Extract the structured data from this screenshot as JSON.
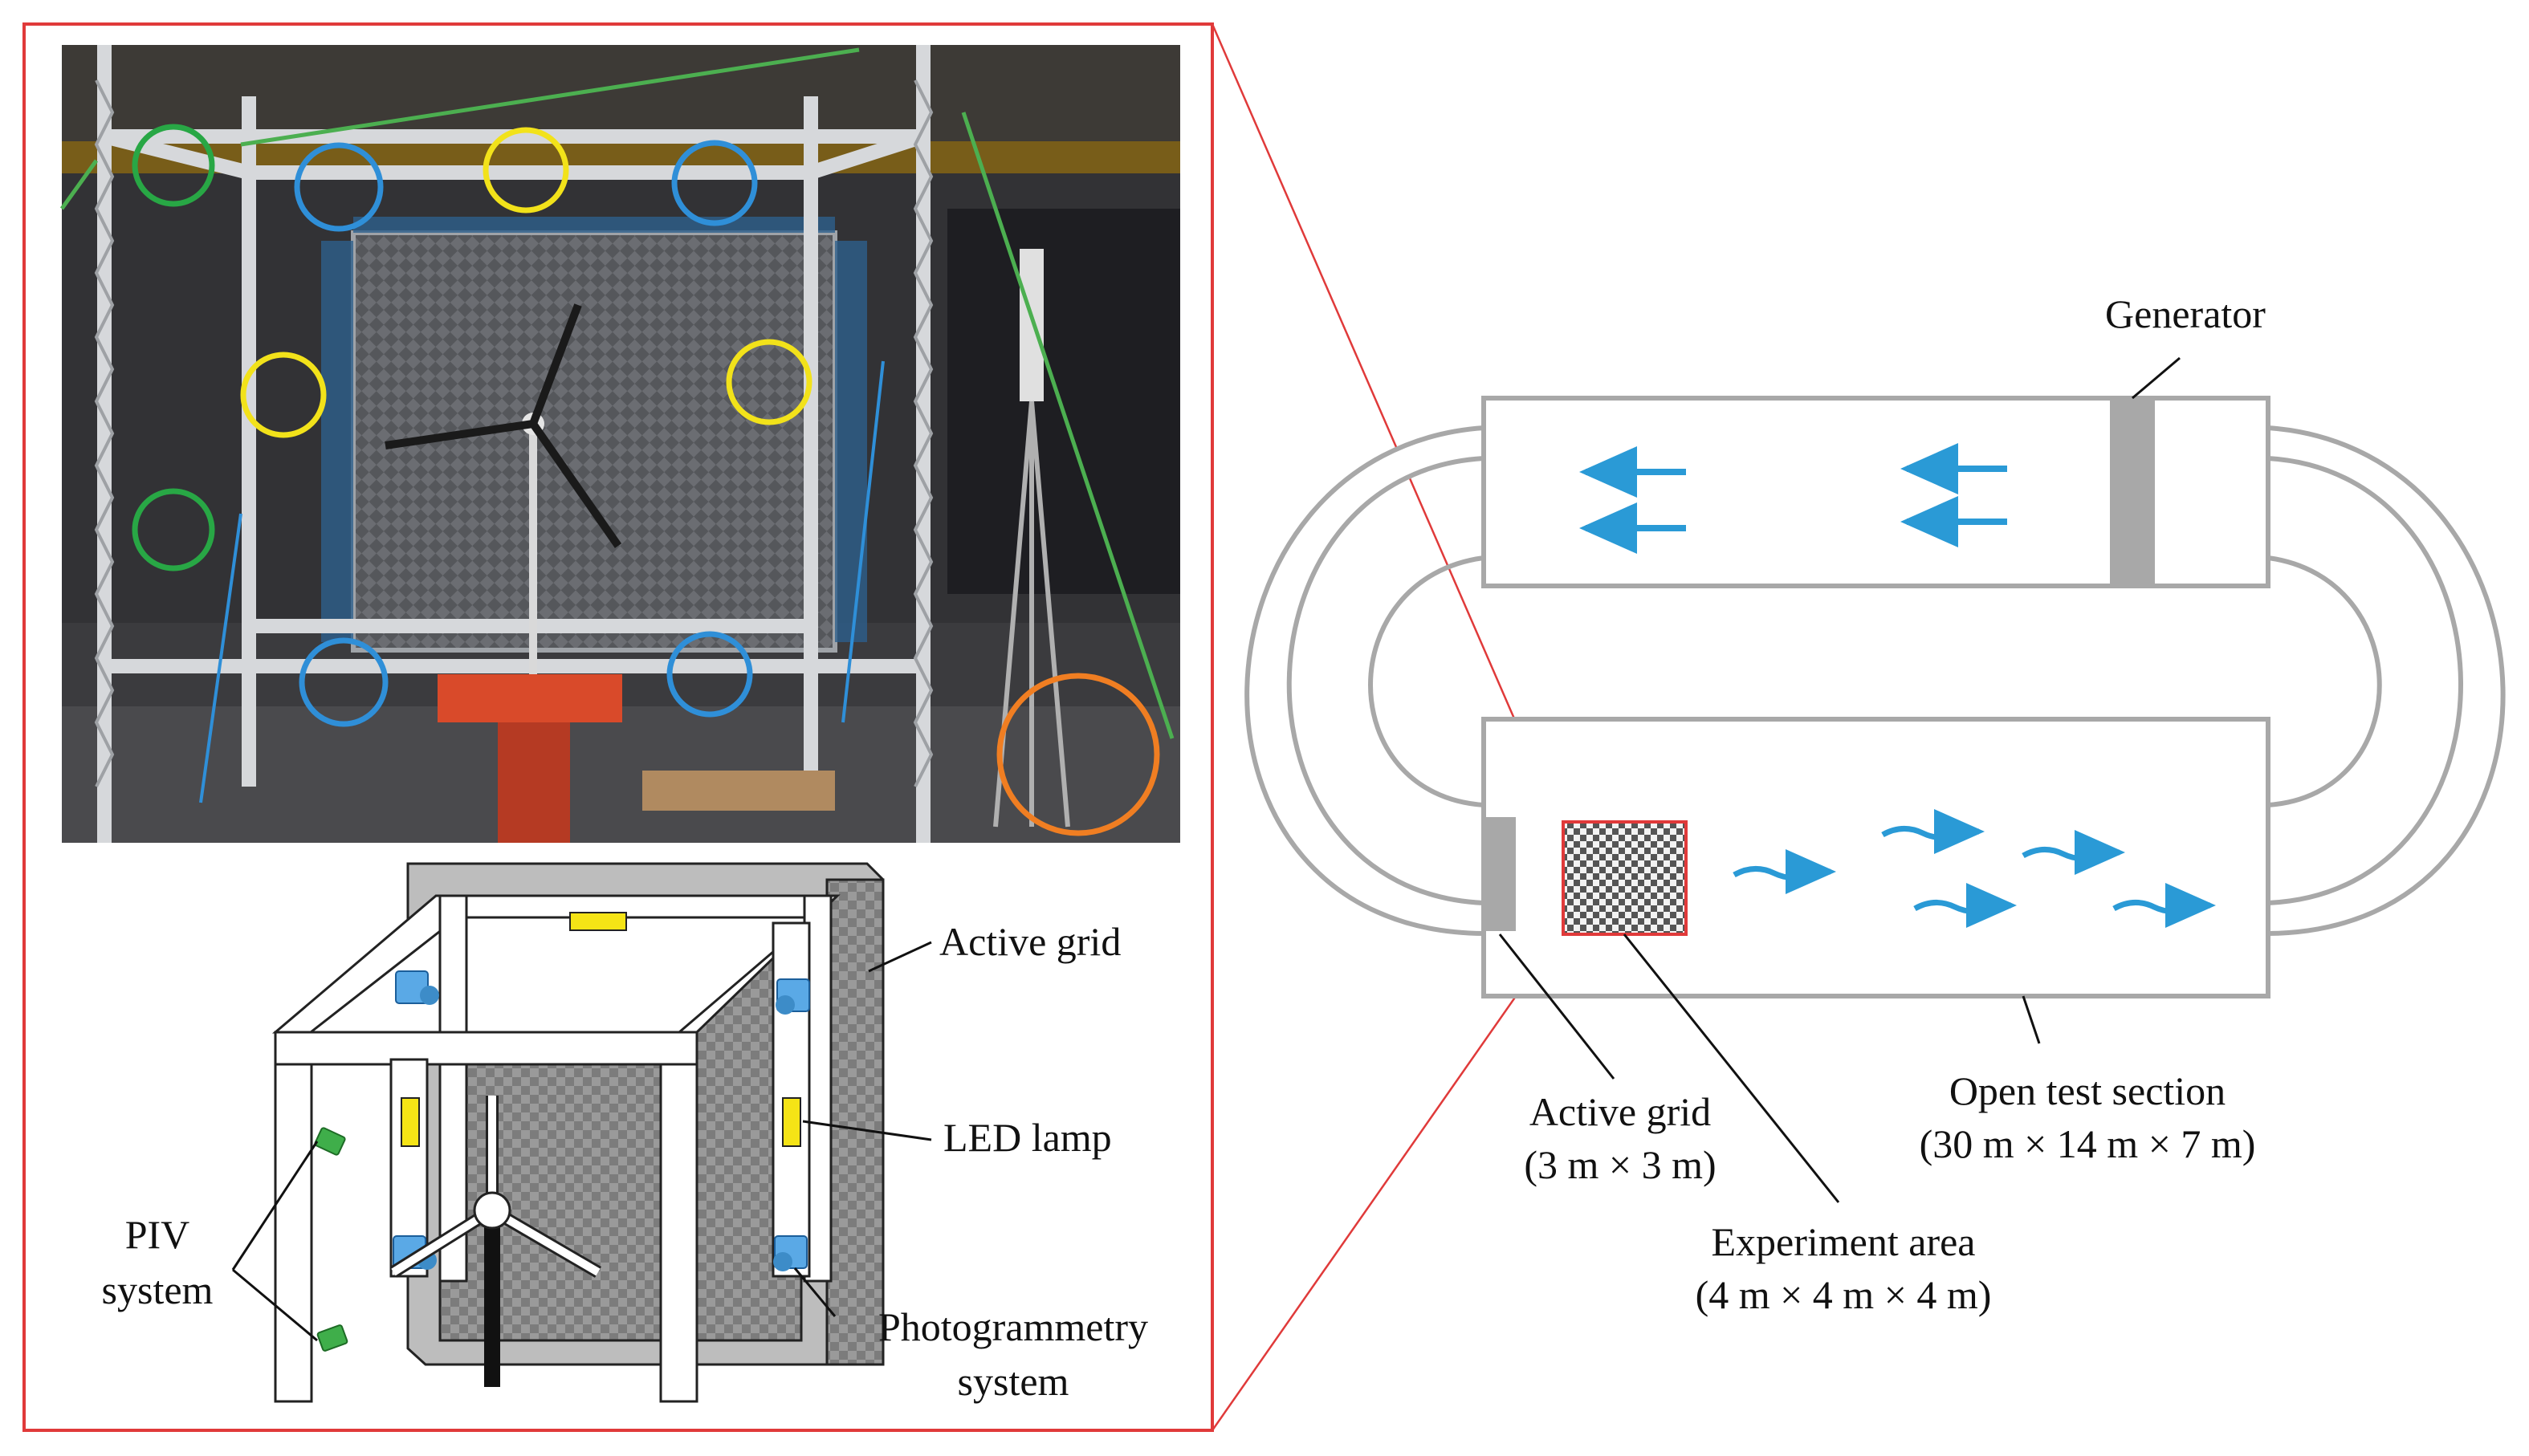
{
  "photo_alt": "wind tunnel experimental setup photo",
  "labels": {
    "active_grid": "Active grid",
    "led_lamp": "LED lamp",
    "piv_line1": "PIV",
    "piv_line2": "system",
    "photogrammetry_line1": "Photogrammetry",
    "photogrammetry_line2": "system",
    "generator": "Generator",
    "active_grid_tunnel_line1": "Active grid",
    "active_grid_tunnel_line2": "(3 m × 3 m)",
    "experiment_area_line1": "Experiment area",
    "experiment_area_line2": "(4 m × 4 m × 4 m)",
    "open_test_section_line1": "Open test section",
    "open_test_section_line2": "(30 m × 14 m × 7 m)"
  },
  "colors": {
    "frame_red": "#e03a3a",
    "flow_blue": "#2a9ad6",
    "tunnel_gray": "#a8a8a8",
    "marker_green": "#28a745",
    "marker_blue": "#2f8fd8",
    "marker_yellow": "#f2e21a",
    "marker_orange": "#f07e22"
  }
}
